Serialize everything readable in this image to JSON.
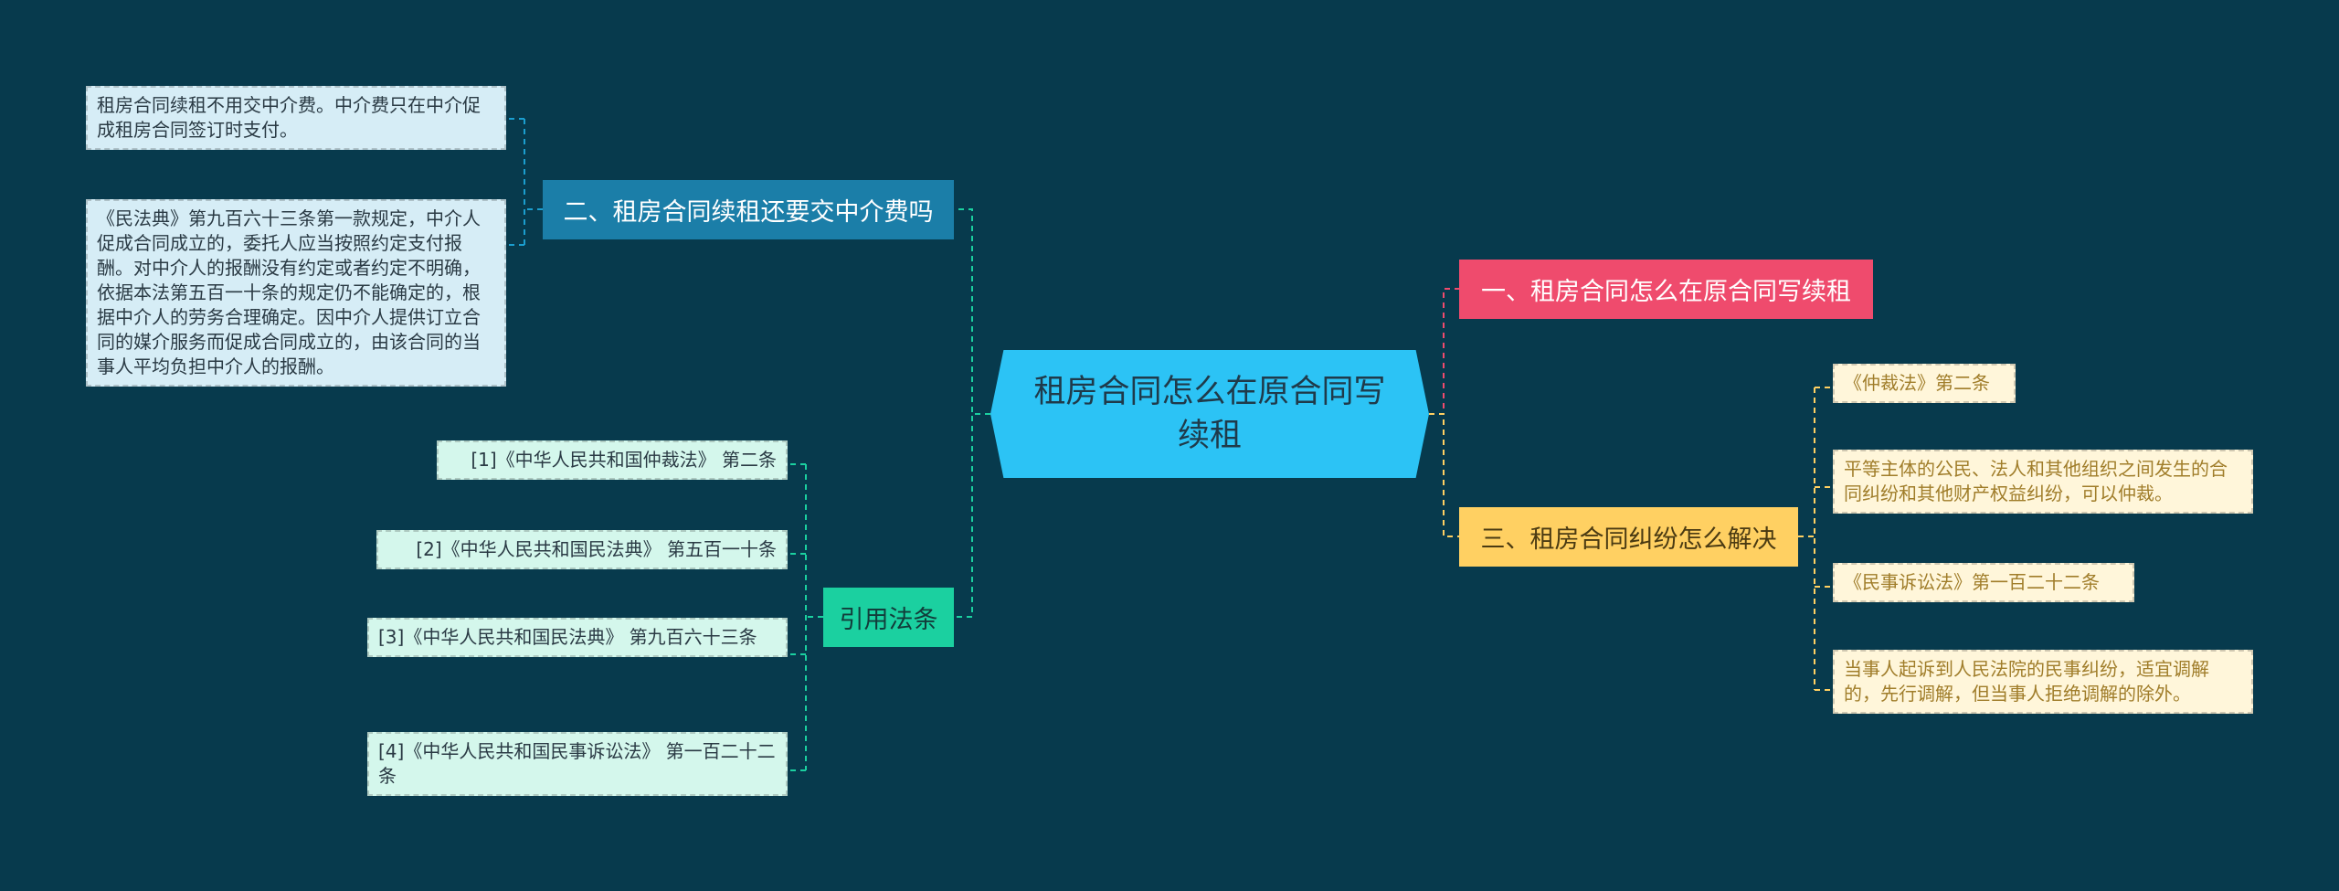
{
  "center": {
    "title": "租房合同怎么在原合同写续租"
  },
  "branches": {
    "one": {
      "label": "一、租房合同怎么在原合同写续租"
    },
    "two": {
      "label": "二、租房合同续租还要交中介费吗",
      "leaves": [
        "租房合同续租不用交中介费。中介费只在中介促成租房合同签订时支付。",
        "《民法典》第九百六十三条第一款规定，中介人促成合同成立的，委托人应当按照约定支付报酬。对中介人的报酬没有约定或者约定不明确，依据本法第五百一十条的规定仍不能确定的，根据中介人的劳务合理确定。因中介人提供订立合同的媒介服务而促成合同成立的，由该合同的当事人平均负担中介人的报酬。"
      ]
    },
    "three": {
      "label": "三、租房合同纠纷怎么解决",
      "leaves": [
        "《仲裁法》第二条",
        "平等主体的公民、法人和其他组织之间发生的合同纠纷和其他财产权益纠纷，可以仲裁。",
        "《民事诉讼法》第一百二十二条",
        "当事人起诉到人民法院的民事纠纷，适宜调解的，先行调解，但当事人拒绝调解的除外。"
      ]
    },
    "citations": {
      "label": "引用法条",
      "leaves": [
        "[1]《中华人民共和国仲裁法》 第二条",
        "[2]《中华人民共和国民法典》 第五百一十条",
        "[3]《中华人民共和国民法典》 第九百六十三条",
        "[4]《中华人民共和国民事诉讼法》 第一百二十二条"
      ]
    }
  },
  "colors": {
    "background": "#073a4d",
    "center": "#2cc3f5",
    "branch_one": "#ef4b6d",
    "branch_two": "#1b7ea8",
    "branch_three": "#ffd062",
    "branch_citations": "#1bd0a0"
  }
}
